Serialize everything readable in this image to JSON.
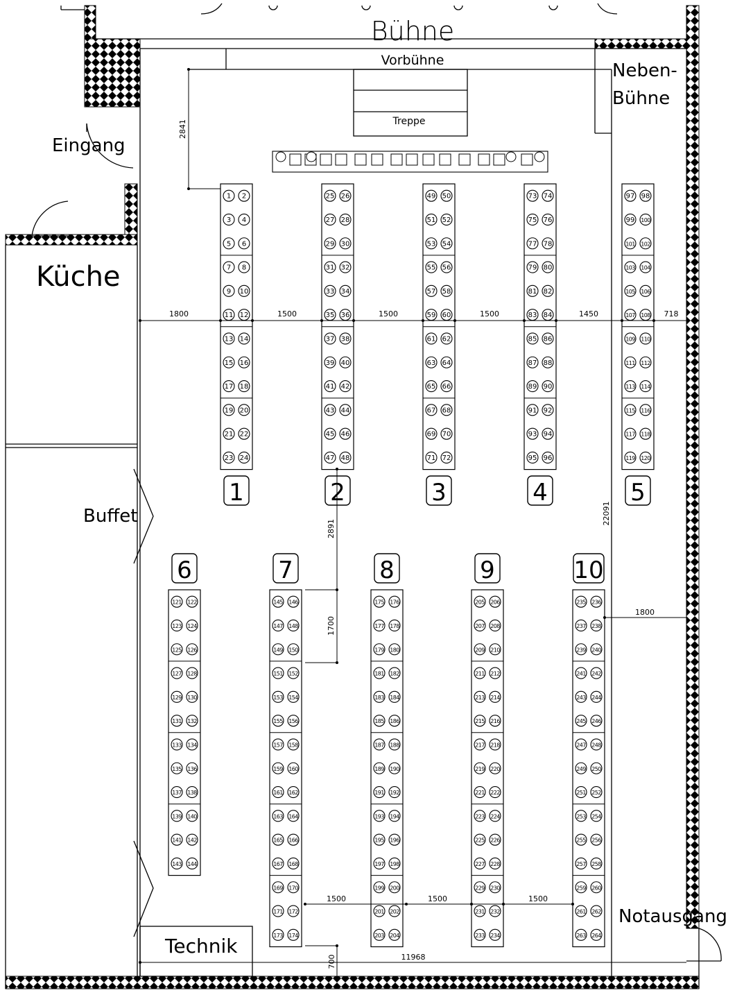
{
  "labels": {
    "stage": "Bühne",
    "forestage": "Vorbühne",
    "side_stage_line1": "Neben-",
    "side_stage_line2": "Bühne",
    "stairs": "Treppe",
    "entrance": "Eingang",
    "kitchen": "Küche",
    "buffet": "Buffet",
    "tech": "Technik",
    "emergency_exit": "Notausgang"
  },
  "dimensions": {
    "d2841": "2841",
    "d1800_left": "1800",
    "d1500_a": "1500",
    "d1500_b": "1500",
    "d1500_c": "1500",
    "d1450": "1450",
    "d718": "718",
    "d22091": "22091",
    "d2891": "2891",
    "d1700": "1700",
    "d1800_right": "1800",
    "d1500_bottom_a": "1500",
    "d1500_bottom_b": "1500",
    "d1500_bottom_c": "1500",
    "d11968": "11968",
    "d700": "700"
  },
  "tables": [
    {
      "number": "1",
      "seat_start": 1,
      "rows": 12
    },
    {
      "number": "2",
      "seat_start": 25,
      "rows": 12
    },
    {
      "number": "3",
      "seat_start": 49,
      "rows": 12
    },
    {
      "number": "4",
      "seat_start": 73,
      "rows": 12
    },
    {
      "number": "5",
      "seat_start": 97,
      "rows": 12
    },
    {
      "number": "6",
      "seat_start": 121,
      "rows": 12
    },
    {
      "number": "7",
      "seat_start": 145,
      "rows": 15
    },
    {
      "number": "8",
      "seat_start": 175,
      "rows": 15
    },
    {
      "number": "9",
      "seat_start": 205,
      "rows": 15
    },
    {
      "number": "10",
      "seat_start": 235,
      "rows": 15
    }
  ]
}
